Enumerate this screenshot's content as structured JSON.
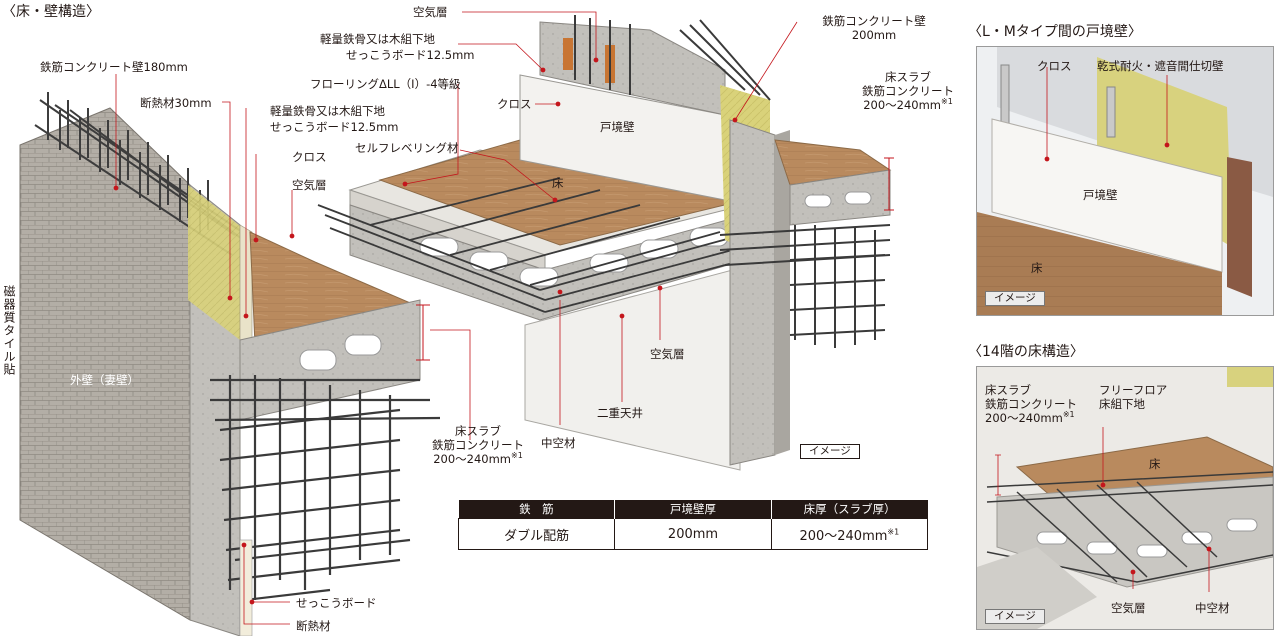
{
  "titles": {
    "main": "〈床・壁構造〉",
    "lm": "〈L・Mタイプ間の戸境壁〉",
    "floor14": "〈14階の床構造〉"
  },
  "vertical_label": "磁器質タイル貼",
  "main_labels": {
    "rc_wall_180": "鉄筋コンクリート壁180mm",
    "insulation_30": "断熱材30mm",
    "light_steel_1": "軽量鉄骨又は木組下地",
    "gypsum_1": "せっこうボード12.5mm",
    "cloth_1": "クロス",
    "air_1": "空気層",
    "ext_wall": "外壁（妻壁）",
    "air_top": "空気層",
    "light_steel_2": "軽量鉄骨又は木組下地",
    "gypsum_2": "せっこうボード12.5mm",
    "flooring": "フローリングΔLL（I）-4等級",
    "cloth_2": "クロス",
    "self_level": "セルフレベリング材",
    "party_wall": "戸境壁",
    "floor": "床",
    "rc_wall_200_a": "鉄筋コンクリート壁",
    "rc_wall_200_b": "200mm",
    "slab_r_1": "床スラブ",
    "slab_r_2": "鉄筋コンクリート",
    "slab_r_3": "200〜240mm",
    "slab_l_1": "床スラブ",
    "slab_l_2": "鉄筋コンクリート",
    "slab_l_3": "200〜240mm",
    "note_mark": "※1",
    "hollow": "中空材",
    "air_mid": "空気層",
    "double_ceiling": "二重天井",
    "gypsum_board": "せっこうボード",
    "insulation": "断熱材",
    "image_badge": "イメージ"
  },
  "spec_table": {
    "headers": [
      "鉄　筋",
      "戸境壁厚",
      "床厚（スラブ厚）"
    ],
    "values": [
      "ダブル配筋",
      "200mm",
      "200〜240mm"
    ],
    "note_mark": "※1"
  },
  "lm_panel": {
    "cloth": "クロス",
    "dry_partition": "乾式耐火・遮音間仕切壁",
    "party_wall": "戸境壁",
    "floor": "床",
    "badge": "イメージ"
  },
  "floor14_panel": {
    "slab_1": "床スラブ",
    "slab_2": "鉄筋コンクリート",
    "slab_3": "200〜240mm",
    "note_mark": "※1",
    "free_floor_1": "フリーフロア",
    "free_floor_2": "床組下地",
    "floor": "床",
    "air": "空気層",
    "hollow": "中空材",
    "badge": "イメージ"
  },
  "colors": {
    "leader": "#c4161c",
    "wood": "#b98a5e",
    "concrete": "#b9b7b2",
    "insulation": "#d9d27a",
    "tile": "#b3aea6",
    "rebar": "#3d3d3d"
  }
}
